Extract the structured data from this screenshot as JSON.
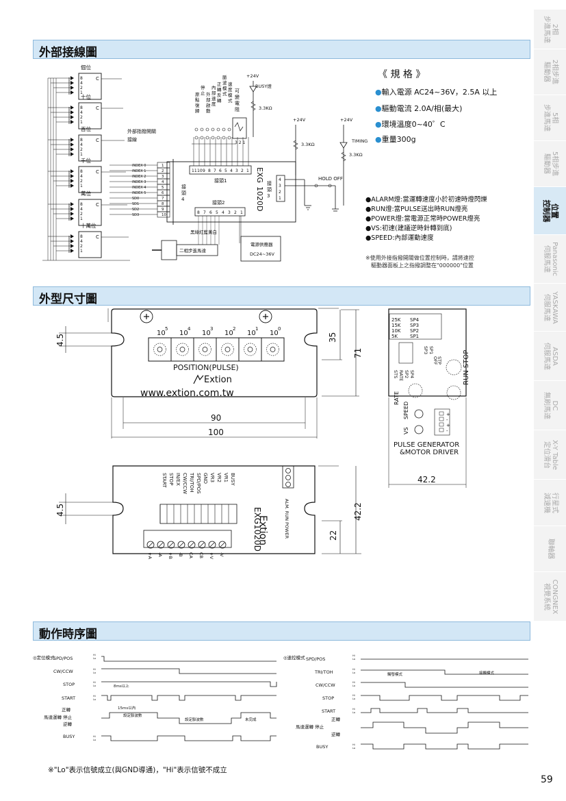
{
  "page_number": "59",
  "sections": {
    "wiring": "外部接線圖",
    "dimensions": "外型尺寸圖",
    "timing": "動作時序圖"
  },
  "side_tabs": [
    {
      "label": "2相\n步進馬達"
    },
    {
      "label": "2相步進\n驅動器"
    },
    {
      "label": "5相\n步進馬達"
    },
    {
      "label": "5相步進\n驅動器"
    },
    {
      "label": "位置\n控制器"
    },
    {
      "label": "Panasonic\n伺服馬達"
    },
    {
      "label": "YASKAWA\n伺服馬達"
    },
    {
      "label": "ASDA\n伺服馬達"
    },
    {
      "label": "DC\n無刷馬達"
    },
    {
      "label": "X-Y Table\n定位滑台"
    },
    {
      "label": "行星式\n減速機"
    },
    {
      "label": "聯軸器"
    },
    {
      "label": "CONGNEX\n視覺系統"
    }
  ],
  "specs": {
    "title": "《 規 格 》",
    "items": [
      "輸入電源 AC24~36V，2.5A 以上",
      "驅動電流 2.0A/相(最大)",
      "環境溫度0~40゜C",
      "重量300g"
    ]
  },
  "lamps": [
    "ALARM燈:當運轉速度小於初速時燈閃爍",
    "RUN燈:當PULSE送出時RUN燈亮",
    "POWER燈:當電源正常時POWER燈亮",
    "VS:初速(建議逆時針轉到底)",
    "SPEED:內部運動速度"
  ],
  "lamp_note": [
    "※使用外接指撥開關做位置控制時，請將速控",
    "驅動器面板上之指撥調整在\"000000\"位置"
  ],
  "wiring": {
    "digit_boxes": [
      "個位",
      "十位",
      "百位",
      "千位",
      "萬位",
      "十萬位"
    ],
    "digit_bits": [
      "8",
      "4",
      "2",
      "1"
    ],
    "c_label": "C",
    "ext_switch": "外部指撥開關\n接線",
    "index_labels": [
      "INDEX 0",
      "INDEX 1",
      "INDEX 2",
      "INDEX 3",
      "INDEX 4",
      "INDEX 5",
      "SD0",
      "SD1",
      "SD2",
      "SD3"
    ],
    "pins_1_10": [
      "1",
      "2",
      "3",
      "4",
      "5",
      "6",
      "7",
      "8",
      "9",
      "10"
    ],
    "connector4": "接\n頭\n4",
    "connector1_pins": [
      "11",
      "10",
      "9",
      "8",
      "7",
      "6",
      "5",
      "4",
      "3",
      "2",
      "1"
    ],
    "connector1": "接頭1",
    "connector2": "接頭2",
    "connector2_pins": [
      "8",
      "7",
      "6",
      "5",
      "4",
      "3",
      "2",
      "1"
    ],
    "connector3": "接頭\n3",
    "connector3_pins": [
      "4",
      "3",
      "2",
      "1"
    ],
    "model": "EXG1020D",
    "v24": "+24V",
    "busy": "BUSY燈",
    "resistor": "3.3KΩ",
    "timing": "TIMING",
    "hold_off": "HOLD OFF",
    "variable_r": "可變電阻",
    "vr_pins": "3 2 1",
    "ctrl_labels": [
      "原點復歸",
      "停止",
      "外部啟動",
      "內部速度",
      "正轉反轉",
      "脈波模式",
      "速度模式"
    ],
    "motor_wires": "黑綠紅藍黃白",
    "motor": "二相步進馬達",
    "psu": "電源供應器\nDC24~36V"
  },
  "dims": {
    "powers": [
      "10",
      "10",
      "10",
      "10",
      "10",
      "10"
    ],
    "exps": [
      "5",
      "4",
      "3",
      "2",
      "1",
      "0"
    ],
    "position": "POSITION(PULSE)",
    "brand": "Extion",
    "url": "www.extion.com.tw",
    "d35": "35",
    "d71": "71",
    "d45": "4.5",
    "d90": "90",
    "d100": "100",
    "d422": "42.2",
    "d22": "22",
    "side_labels": [
      "25K",
      "SP4",
      "15K",
      "SP3",
      "10K",
      "SP2",
      "5K",
      "SP1"
    ],
    "sts": "STS",
    "rate": "RATE",
    "spd": [
      "SP4",
      "SP2",
      "SP1",
      "SP3"
    ],
    "stp": "STP",
    "off": "OFF",
    "run_stop": "RUN STOP",
    "speed": "SPEED",
    "vs": "VS",
    "terminals_r": [
      "+",
      "-",
      "+",
      "-"
    ],
    "pgmd": [
      "PULSE GENERATOR",
      "&MOTOR DRIVER"
    ],
    "bottom_signals": [
      "START",
      "STOP",
      "IN/EX",
      "CW/CCW",
      "TRI/TOH",
      "SPD/POS",
      "GND",
      "VR3",
      "VR2",
      "VR1",
      "BUSY"
    ],
    "bottom_terminals": [
      "+A",
      "-A",
      "+B",
      "-B",
      "CA",
      "CB",
      "+V",
      "-V"
    ],
    "bottom_lamps": "ALM. RUN POWER",
    "bottom_model": "EXG1020D"
  },
  "timing": {
    "left_title": "◎定位模式",
    "right_title": "◎速控模式",
    "left_signals": [
      "SPD/POS",
      "CW/CCW",
      "STOP",
      "START",
      "正轉",
      "馬達運轉  停止",
      "逆轉",
      "BUSY"
    ],
    "right_signals": [
      "SPD/POS",
      "TRI/TOH",
      "CW/CCW",
      "STOP",
      "START",
      "正轉",
      "馬達運轉  停止",
      "逆轉",
      "BUSY"
    ],
    "hilo": [
      "Hi",
      "Lo"
    ],
    "ann_8ms": "8ms以上",
    "ann_15ms": "15ms以內",
    "ann_pulses": "設定脈波數",
    "ann_pulses2": "設定脈波數",
    "ann_unfinished": "未完成",
    "ann_trigger": "觸發模式",
    "ann_contact": "接觸模式",
    "footnote": "※\"Lo\"表示信號成立(與GND導通)，\"Hi\"表示信號不成立"
  }
}
